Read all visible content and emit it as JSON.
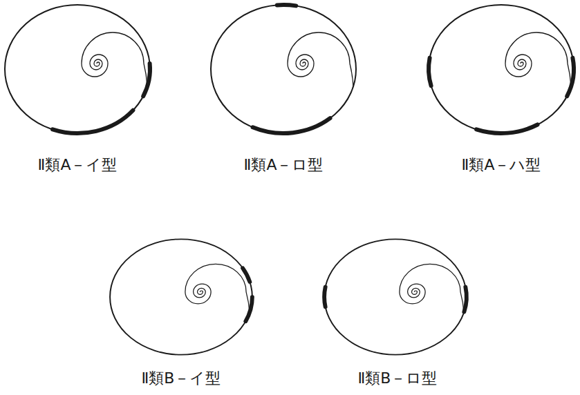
{
  "diagram": {
    "labels": [
      "Ⅱ類A－イ型",
      "Ⅱ類A－ロ型",
      "Ⅱ類A－ハ型",
      "Ⅱ類B－イ型",
      "Ⅱ類B－ロ型"
    ]
  }
}
